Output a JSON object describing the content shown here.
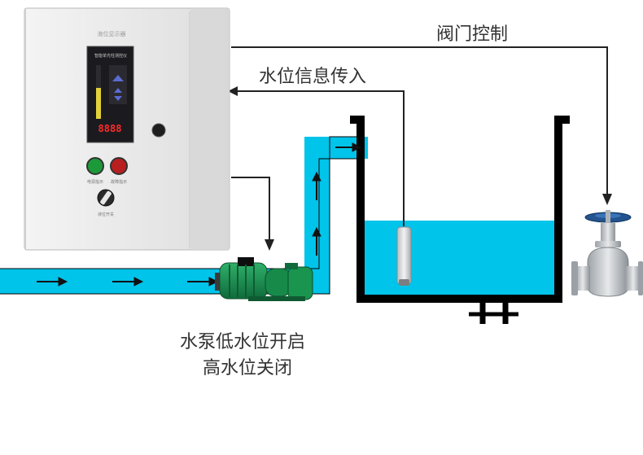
{
  "labels": {
    "valve_control": "阀门控制",
    "level_input": "水位信息传入",
    "pump_line1": "水泵低水位开启",
    "pump_line2": "高水位关闭"
  },
  "cabinet": {
    "title": "液位显示器",
    "controller_title": "智能单光柱测控仪",
    "display_value": "8888",
    "green_label": "电源指示",
    "red_label": "故障指示",
    "switch_label": "液位开关"
  },
  "colors": {
    "water": "#00c4ea",
    "pipe_wall": "#000000",
    "arrow": "#111111",
    "cabinet": "#ececec",
    "motor": "#1a8a4e"
  }
}
